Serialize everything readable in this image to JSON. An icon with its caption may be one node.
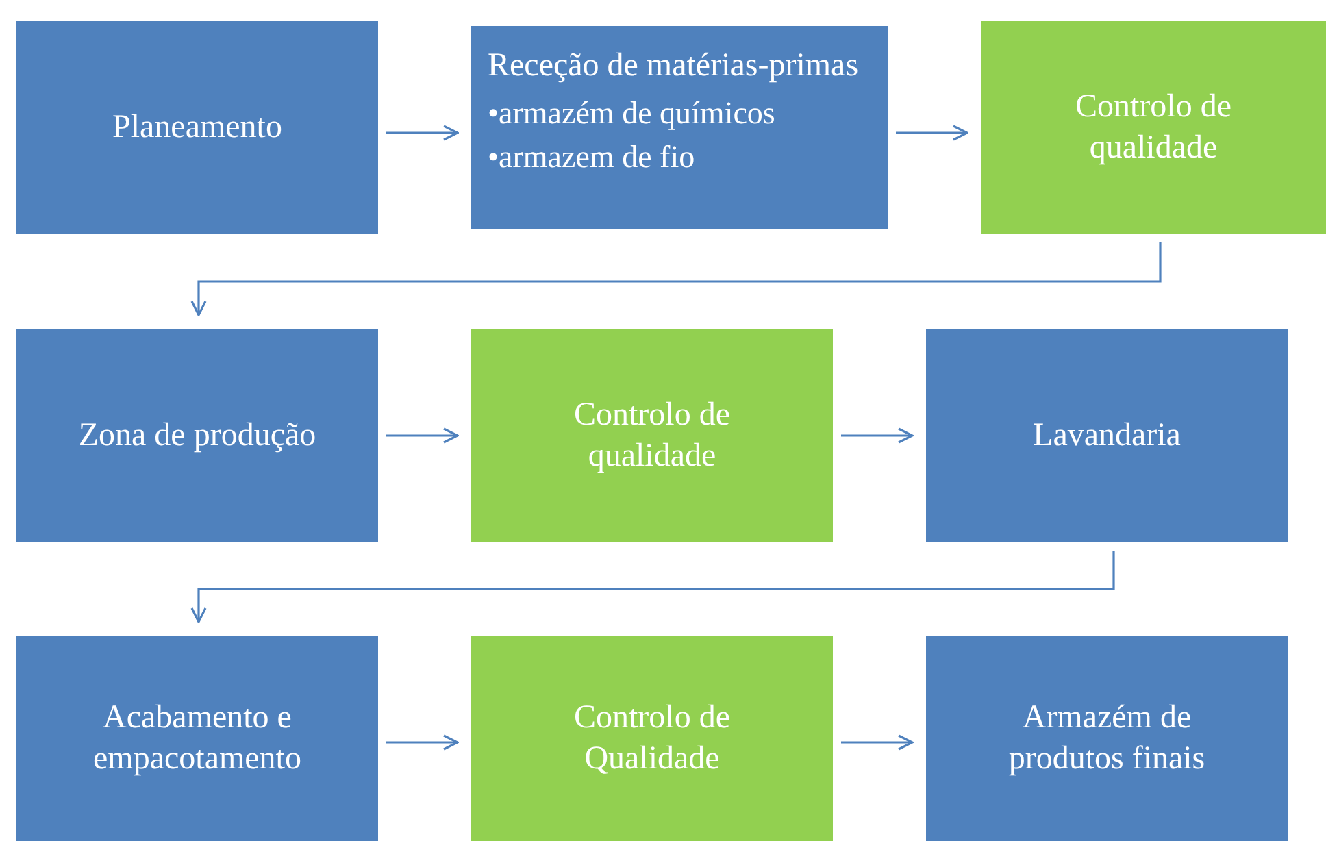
{
  "diagram": {
    "nodes": [
      {
        "text": [
          "Planeamento"
        ]
      },
      {
        "text": [
          "Receção de matérias-primas",
          "•armazém de químicos",
          "•armazem de fio"
        ]
      },
      {
        "text": [
          "Controlo de qualidade"
        ]
      },
      {
        "text": [
          "Zona de produção"
        ]
      },
      {
        "text": [
          "Controlo de qualidade"
        ]
      },
      {
        "text": [
          "Lavandaria"
        ]
      },
      {
        "text": [
          "Acabamento e empacotamento"
        ]
      },
      {
        "text": [
          "Controlo de Qualidade"
        ]
      },
      {
        "text": [
          "Armazém de produtos finais"
        ]
      }
    ],
    "edges": [
      {
        "from": 0,
        "to": 1,
        "arrow": "to"
      },
      {
        "from": 1,
        "to": 2,
        "arrow": "to"
      },
      {
        "from": 2,
        "to": 3,
        "arrow": "to"
      },
      {
        "from": 3,
        "to": 4,
        "arrow": "to"
      },
      {
        "from": 4,
        "to": 5,
        "arrow": "to"
      },
      {
        "from": 5,
        "to": 6,
        "arrow": "to"
      },
      {
        "from": 6,
        "to": 7,
        "arrow": "to"
      },
      {
        "from": 7,
        "to": 8,
        "arrow": "to"
      }
    ]
  }
}
